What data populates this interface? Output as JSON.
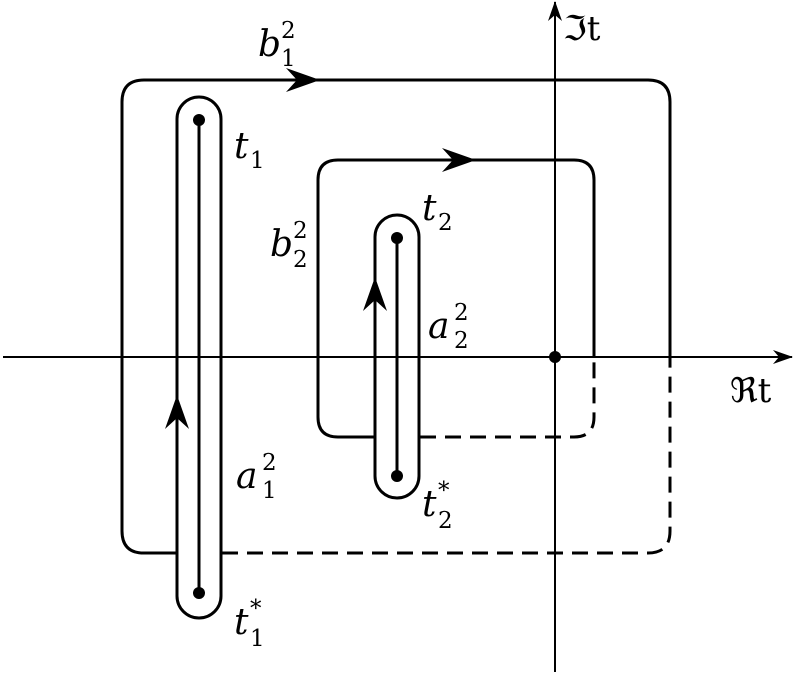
{
  "axes": {
    "real_label": "ℜt",
    "imag_label": "ℑt"
  },
  "labels": {
    "b1": {
      "base": "b",
      "sub": "1",
      "sup": "2"
    },
    "b2": {
      "base": "b",
      "sub": "2",
      "sup": "2"
    },
    "a1": {
      "base": "a",
      "sub": "1",
      "sup": "2"
    },
    "a2": {
      "base": "a",
      "sub": "2",
      "sup": "2"
    },
    "t1": {
      "base": "t",
      "sub": "1",
      "sup": ""
    },
    "t2": {
      "base": "t",
      "sub": "2",
      "sup": ""
    },
    "t1s": {
      "base": "t",
      "sub": "1",
      "sup": "*"
    },
    "t2s": {
      "base": "t",
      "sub": "2",
      "sup": "*"
    }
  },
  "colors": {
    "stroke": "#000000",
    "background": "#ffffff"
  }
}
